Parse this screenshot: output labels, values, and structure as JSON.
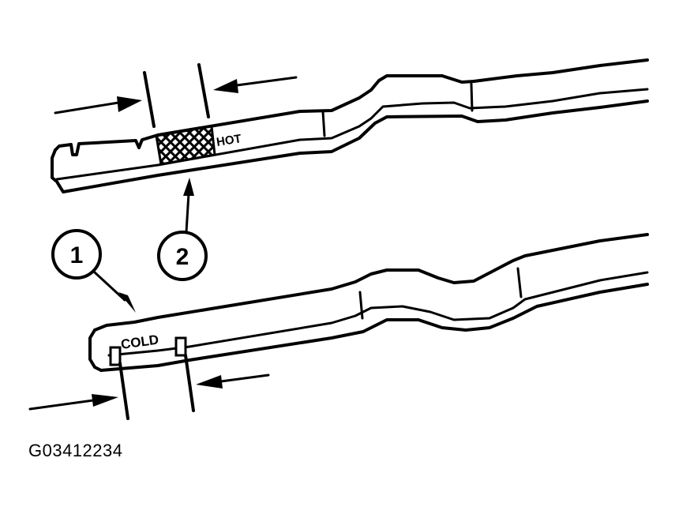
{
  "figure": {
    "id": "G03412234",
    "subject": "Dipstick fluid level markings",
    "dipsticks": [
      {
        "name": "upper-dipstick",
        "marking_label": "HOT",
        "marking_style": "crosshatched band"
      },
      {
        "name": "lower-dipstick",
        "marking_label": "COLD",
        "marking_style": "notch marks"
      }
    ],
    "callouts": [
      {
        "number": "1",
        "target": "COLD range on lower dipstick"
      },
      {
        "number": "2",
        "target": "HOT range crosshatch on upper dipstick"
      }
    ],
    "labels": {
      "hot": "HOT",
      "cold": "COLD",
      "callout_1": "1",
      "callout_2": "2"
    },
    "colors": {
      "ink": "#000000",
      "background": "#ffffff"
    }
  }
}
